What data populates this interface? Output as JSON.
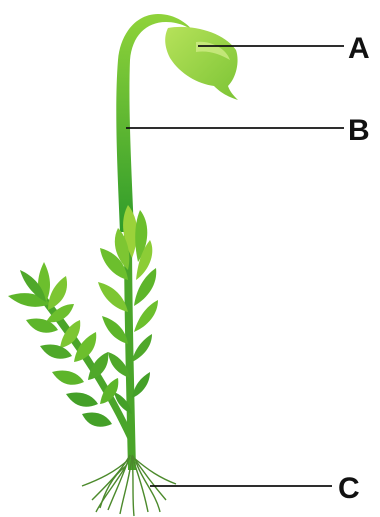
{
  "labels": {
    "a": "A",
    "b": "B",
    "c": "C"
  },
  "colors": {
    "leaf_light": "#9bd23a",
    "leaf_mid": "#6cbf2d",
    "leaf_dark": "#3f9a22",
    "stalk_top": "#8fd33a",
    "stalk_bottom": "#2e9a2a",
    "capsule": "#a8dc48",
    "root": "#4c8a2c",
    "line": "#111111"
  },
  "icons": [
    "moss-capsule",
    "seta-stalk",
    "gametophyte-leafy-shoot",
    "rhizoids"
  ]
}
